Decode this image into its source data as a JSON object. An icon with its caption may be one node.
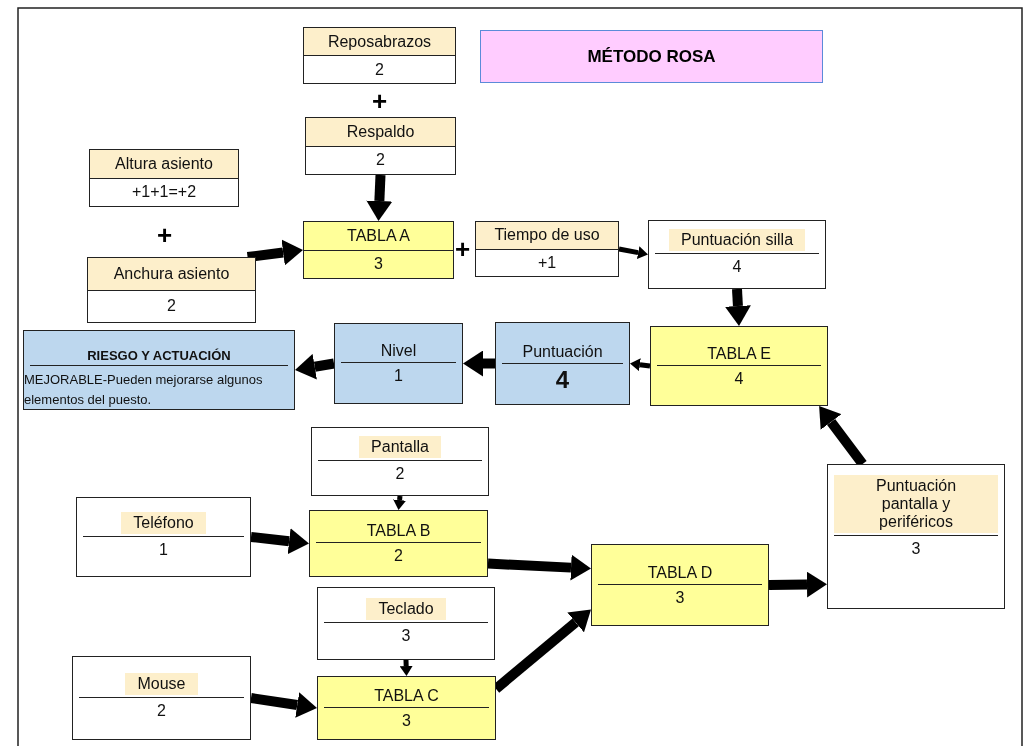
{
  "diagram": {
    "title": "MÉTODO ROSA",
    "nodes": [
      {
        "text": [
          "Reposabrazos",
          "2"
        ]
      },
      {
        "text": [
          "Respaldo",
          "2"
        ]
      },
      {
        "text": [
          "Altura asiento",
          "+1+1=+2"
        ]
      },
      {
        "text": [
          "Anchura asiento",
          "2"
        ]
      },
      {
        "text": [
          "TABLA A",
          "3"
        ]
      },
      {
        "text": [
          "Tiempo de uso",
          "+1"
        ]
      },
      {
        "text": [
          "Puntuación silla",
          "4"
        ]
      },
      {
        "text": [
          "TABLA E",
          "4"
        ]
      },
      {
        "text": [
          "Puntuación",
          "4"
        ]
      },
      {
        "text": [
          "Nivel",
          "1"
        ]
      },
      {
        "text": [
          "RIESGO Y ACTUACIÓN",
          "MEJORABLE-Pueden mejorarse algunos elementos del puesto."
        ]
      },
      {
        "text": [
          "Pantalla",
          "2"
        ]
      },
      {
        "text": [
          "Teléfono",
          "1"
        ]
      },
      {
        "text": [
          "TABLA B",
          "2"
        ]
      },
      {
        "text": [
          "Teclado",
          "3"
        ]
      },
      {
        "text": [
          "Mouse",
          "2"
        ]
      },
      {
        "text": [
          "TABLA C",
          "3"
        ]
      },
      {
        "text": [
          "TABLA D",
          "3"
        ]
      },
      {
        "text": [
          "Puntuación pantalla y periféricos",
          "3"
        ]
      }
    ],
    "edges": [
      {
        "from": 1,
        "to": 4,
        "arrow": "to"
      },
      {
        "from": 3,
        "to": 4,
        "arrow": "to"
      },
      {
        "from": 5,
        "to": 6,
        "arrow": "to"
      },
      {
        "from": 6,
        "to": 7,
        "arrow": "to"
      },
      {
        "from": 7,
        "to": 8,
        "arrow": "to"
      },
      {
        "from": 8,
        "to": 9,
        "arrow": "to"
      },
      {
        "from": 9,
        "to": 10,
        "arrow": "to"
      },
      {
        "from": 11,
        "to": 13,
        "arrow": "to"
      },
      {
        "from": 12,
        "to": 13,
        "arrow": "to"
      },
      {
        "from": 14,
        "to": 16,
        "arrow": "to"
      },
      {
        "from": 15,
        "to": 16,
        "arrow": "to"
      },
      {
        "from": 13,
        "to": 17,
        "arrow": "to"
      },
      {
        "from": 16,
        "to": 17,
        "arrow": "to"
      },
      {
        "from": 17,
        "to": 18,
        "arrow": "to"
      },
      {
        "from": 18,
        "to": 7,
        "arrow": "to"
      }
    ],
    "labels": [
      "+",
      "+",
      "+"
    ]
  }
}
